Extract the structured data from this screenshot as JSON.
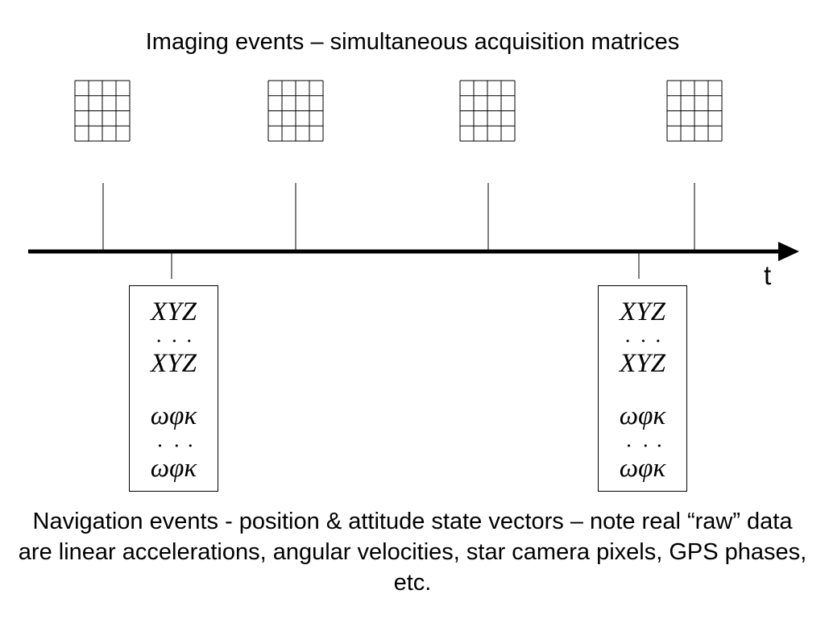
{
  "title": "Imaging events – simultaneous acquisition matrices",
  "axis_label": "t",
  "imaging_events": [
    {
      "grid_rows": 4,
      "grid_cols": 4
    },
    {
      "grid_rows": 4,
      "grid_cols": 4
    },
    {
      "grid_rows": 4,
      "grid_cols": 4
    },
    {
      "grid_rows": 4,
      "grid_cols": 4
    }
  ],
  "navigation_events": [
    {
      "position": "XYZ",
      "velocity": [
        "X",
        "Y",
        "Z"
      ],
      "attitude": "ωφκ",
      "angular_rate": [
        "ω",
        "φ",
        "κ"
      ]
    },
    {
      "position": "XYZ",
      "velocity": [
        "X",
        "Y",
        "Z"
      ],
      "attitude": "ωφκ",
      "angular_rate": [
        "ω",
        "φ",
        "κ"
      ]
    }
  ],
  "caption": "Navigation events - position & attitude state vectors – note real “raw” data are linear accelerations, angular velocities, star camera pixels, GPS phases, etc."
}
